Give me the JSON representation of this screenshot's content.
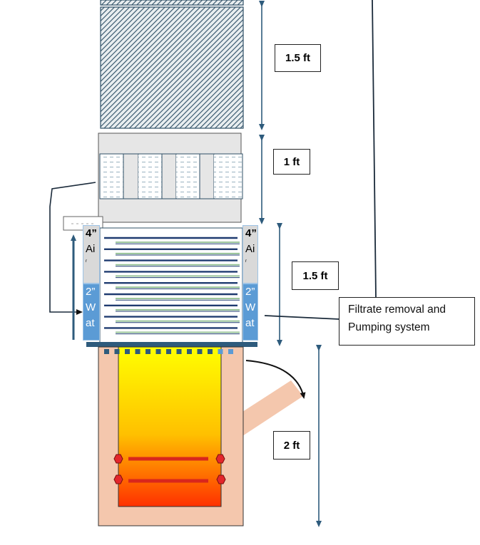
{
  "dimensions": {
    "top_section": "1.5 ft",
    "middle_section": "1 ft",
    "membrane_section": "1.5 ft",
    "bottom_section": "2 ft"
  },
  "filtrate_label": {
    "line1": "Filtrate removal and",
    "line2": "Pumping system"
  },
  "side_labels": {
    "air": [
      "4”",
      "Ai",
      "r"
    ],
    "water": [
      "2”",
      "W",
      "at"
    ]
  },
  "colors": {
    "steel_blue": "#2e5b7c",
    "hatch_fill": "#cfd8dc",
    "frame_gray": "#e6e6e6",
    "membrane_blue": "#1f3b70",
    "membrane_green": "#8fbf8f",
    "water_blue": "#5b9bd5",
    "air_gray": "#d9d9d9",
    "chamber_peach": "#f4c7ad",
    "chamber_yellow": "#ffff00",
    "heater_red": "#d9261c"
  }
}
